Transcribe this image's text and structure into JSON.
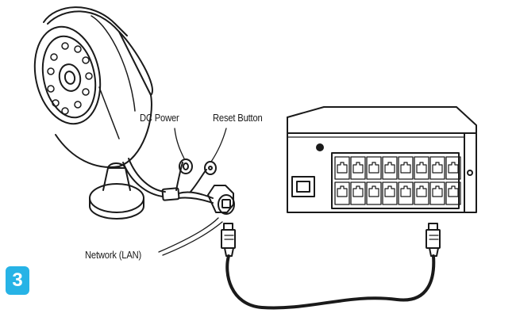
{
  "labels": {
    "dc_power": "DC Power",
    "reset_button": "Reset Button",
    "network_lan": "Network (LAN)"
  },
  "step": {
    "number": "3"
  },
  "colors": {
    "badge": "#27b3e6",
    "line": "#1a1a1a"
  },
  "switch": {
    "port_columns": 8,
    "port_rows": 2
  }
}
